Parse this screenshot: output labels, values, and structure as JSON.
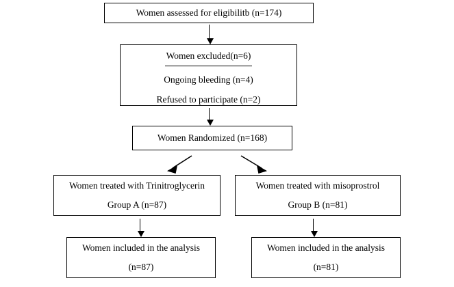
{
  "diagram": {
    "type": "participant-flow-chart",
    "title": "",
    "nodes": {
      "assessed": {
        "id": "assessed",
        "lines": [
          "Women assessed for eligibilitb (n=174)"
        ],
        "count": 174
      },
      "excluded": {
        "id": "excluded",
        "header": "Women excluded(n=6)",
        "reasons": [
          "Ongoing bleeding (n=4)",
          "Refused to participate (n=2)"
        ],
        "count": 6
      },
      "randomized": {
        "id": "randomized",
        "lines": [
          "Women Randomized (n=168)"
        ],
        "count": 168
      },
      "group_a_treated": {
        "id": "group-a-treated",
        "lines": [
          "Women treated with Trinitroglycerin",
          "Group A (n=87)"
        ],
        "count": 87
      },
      "group_b_treated": {
        "id": "group-b-treated",
        "lines": [
          "Women treated with misoprostrol",
          "Group B (n=81)"
        ],
        "count": 81
      },
      "group_a_analysis": {
        "id": "group-a-analysis",
        "lines": [
          "Women included in the analysis",
          "(n=87)"
        ],
        "count": 87
      },
      "group_b_analysis": {
        "id": "group-b-analysis",
        "lines": [
          "Women included in the analysis",
          "(n=81)"
        ],
        "count": 81
      }
    },
    "connectors": [
      {
        "name": "assessed-to-excluded",
        "kind": "arrow-down"
      },
      {
        "name": "excluded-to-randomized",
        "kind": "arrow-down"
      },
      {
        "name": "randomized-to-group-a",
        "kind": "arrow-diagonal-left"
      },
      {
        "name": "randomized-to-group-b",
        "kind": "arrow-diagonal-right"
      },
      {
        "name": "group-a-to-analysis",
        "kind": "arrow-down"
      },
      {
        "name": "group-b-to-analysis",
        "kind": "arrow-down"
      }
    ],
    "colors": {
      "background": "#ffffff",
      "border": "#000000",
      "text": "#000000",
      "arrow": "#000000"
    }
  }
}
